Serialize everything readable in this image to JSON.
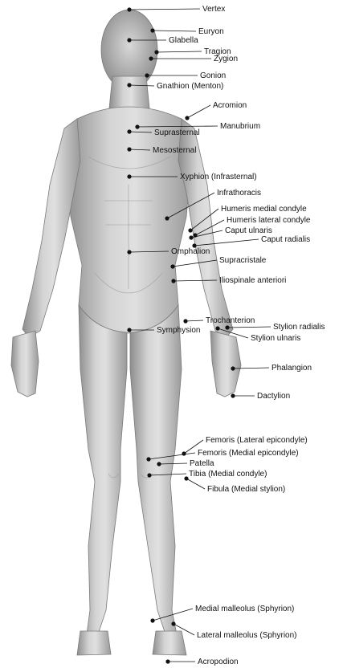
{
  "landmarks": [
    {
      "id": "vertex",
      "label": "Vertex"
    },
    {
      "id": "euryon",
      "label": "Euryon"
    },
    {
      "id": "glabella",
      "label": "Glabella"
    },
    {
      "id": "tragion",
      "label": "Tragion"
    },
    {
      "id": "zygion",
      "label": "Zygion"
    },
    {
      "id": "gonion",
      "label": "Gonion"
    },
    {
      "id": "gnathion",
      "label": "Gnathion (Menton)"
    },
    {
      "id": "acromion",
      "label": "Acromion"
    },
    {
      "id": "manubrium",
      "label": "Manubrium"
    },
    {
      "id": "suprasternal",
      "label": "Suprasternal"
    },
    {
      "id": "mesosternal",
      "label": "Mesosternal"
    },
    {
      "id": "xyphion",
      "label": "Xyphion (Infrasternal)"
    },
    {
      "id": "infrathoracis",
      "label": "Infrathoracis"
    },
    {
      "id": "humeris-medial",
      "label": "Humeris medial condyle"
    },
    {
      "id": "humeris-lateral",
      "label": "Humeris lateral condyle"
    },
    {
      "id": "caput-ulnaris",
      "label": "Caput ulnaris"
    },
    {
      "id": "caput-radialis",
      "label": "Caput radialis"
    },
    {
      "id": "omphalion",
      "label": "Omphalion"
    },
    {
      "id": "supracristale",
      "label": "Supracristale"
    },
    {
      "id": "iliospinale",
      "label": "Iliospinale anteriori"
    },
    {
      "id": "trochanterion",
      "label": "Trochanterion"
    },
    {
      "id": "stylion-radialis",
      "label": "Stylion radialis"
    },
    {
      "id": "symphysion",
      "label": "Symphysion"
    },
    {
      "id": "stylion-ulnaris",
      "label": "Stylion ulnaris"
    },
    {
      "id": "phalangion",
      "label": "Phalangion"
    },
    {
      "id": "dactylion",
      "label": "Dactylion"
    },
    {
      "id": "femoris-lateral",
      "label": "Femoris (Lateral epicondyle)"
    },
    {
      "id": "femoris-medial",
      "label": "Femoris (Medial epicondyle)"
    },
    {
      "id": "patella",
      "label": "Patella"
    },
    {
      "id": "tibia",
      "label": "Tibia (Medial condyle)"
    },
    {
      "id": "fibula",
      "label": "Fibula (Medial stylion)"
    },
    {
      "id": "medial-malleolus",
      "label": "Medial malleolus (Sphyrion)"
    },
    {
      "id": "lateral-malleolus",
      "label": "Lateral malleolus (Sphyrion)"
    },
    {
      "id": "acropodion",
      "label": "Acropodion"
    }
  ]
}
